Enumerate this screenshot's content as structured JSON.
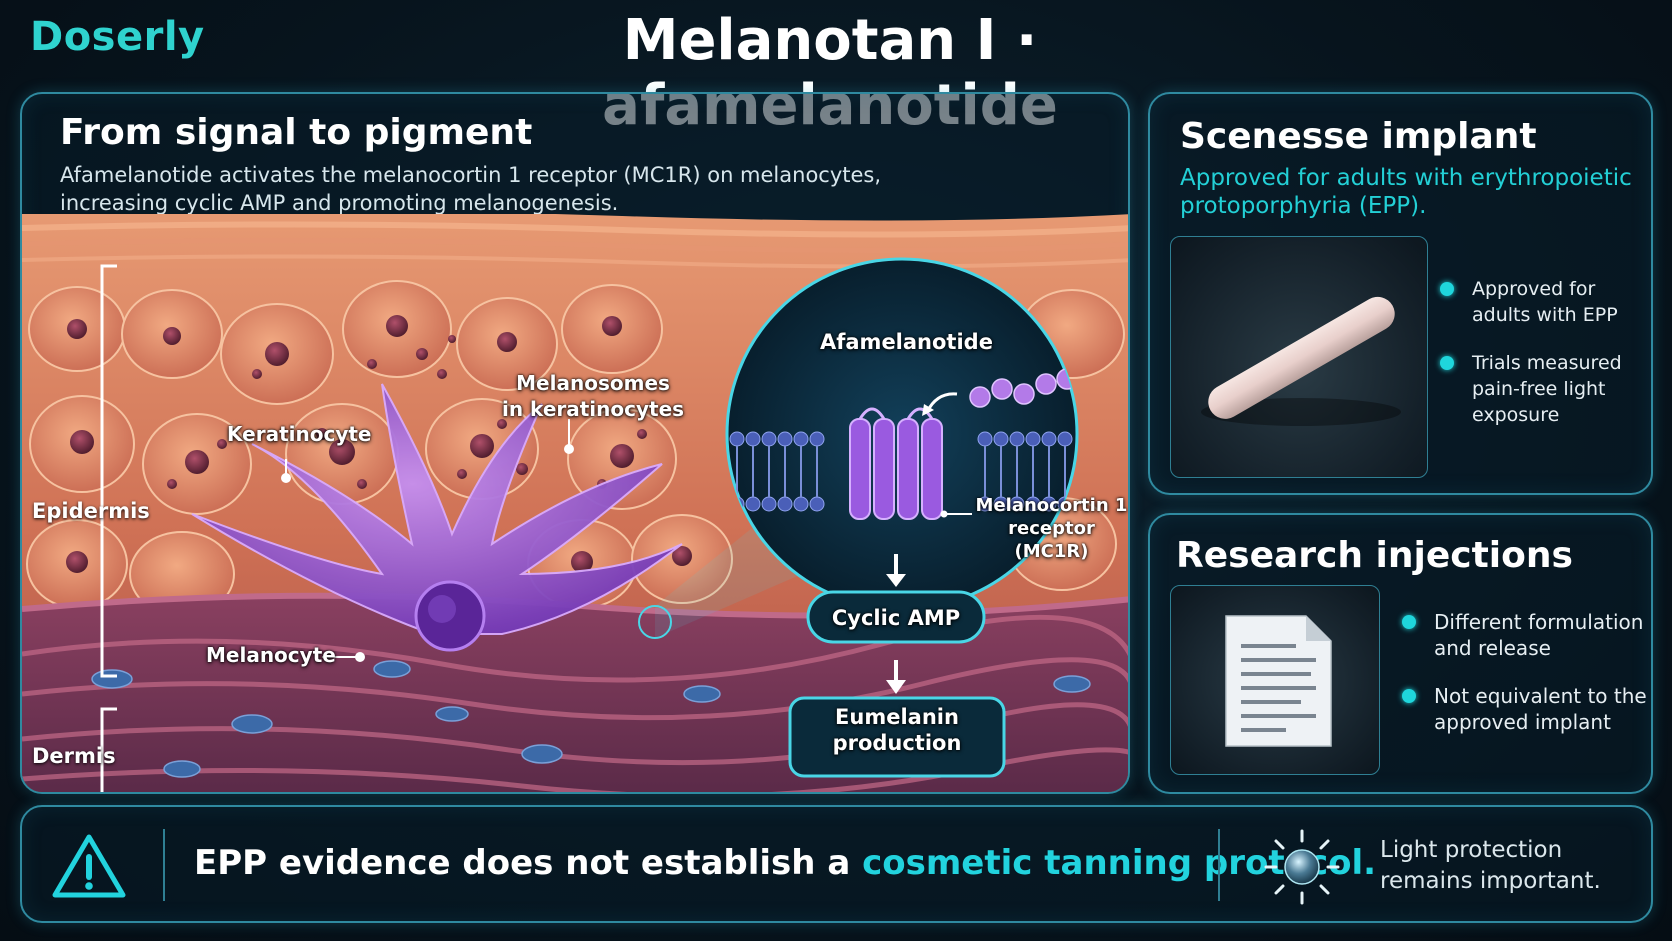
{
  "brand": "Doserly",
  "page_title": "Melanotan I · afamelanotide",
  "mechanism": {
    "title": "From signal to pigment",
    "description": "Afamelanotide activates the melanocortin 1 receptor (MC1R) on melanocytes, increasing cyclic AMP and promoting melanogenesis.",
    "layers": {
      "epidermis": "Epidermis",
      "dermis": "Dermis"
    },
    "callouts": {
      "keratinocyte": "Keratinocyte",
      "melanosomes": "Melanosomes\nin keratinocytes",
      "melanocyte": "Melanocyte"
    },
    "zoom": {
      "ligand": "Afamelanotide",
      "receptor": "Melanocortin 1\nreceptor (MC1R)",
      "step1": "Cyclic AMP",
      "step2": "Eumelanin\nproduction"
    }
  },
  "scenesse": {
    "title": "Scenesse implant",
    "subtitle": "Approved for adults with erythropoietic protoporphyria (EPP).",
    "bullets": [
      "Approved for adults with EPP",
      "Trials measured pain-free light exposure"
    ]
  },
  "research": {
    "title": "Research injections",
    "bullets": [
      "Different formulation and release",
      "Not equivalent to the approved implant"
    ]
  },
  "banner": {
    "text_prefix": "EPP evidence does not establish a ",
    "text_highlight": "cosmetic tanning protocol.",
    "side_note": "Light protection\nremains important."
  },
  "colors": {
    "accent": "#22d3de",
    "brand": "#2fd3cf",
    "skin": "#d9775a",
    "melanocyte": "#8a4fd0"
  },
  "icons": [
    "warning-icon",
    "sun-icon",
    "document-icon",
    "implant-rod-icon"
  ]
}
